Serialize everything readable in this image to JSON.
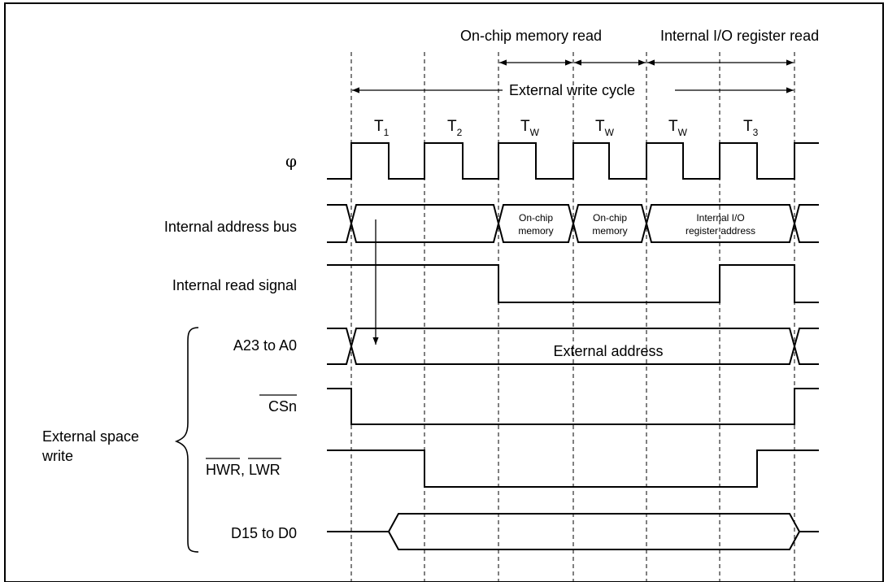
{
  "top_labels": {
    "onchip_read": "On-chip memory read",
    "internal_io_read": "Internal I/O register read"
  },
  "cycle_label": "External write cycle",
  "states": [
    {
      "main": "T",
      "sub": "1"
    },
    {
      "main": "T",
      "sub": "2"
    },
    {
      "main": "T",
      "sub": "W"
    },
    {
      "main": "T",
      "sub": "W"
    },
    {
      "main": "T",
      "sub": "W"
    },
    {
      "main": "T",
      "sub": "3"
    }
  ],
  "signals": {
    "phi": "φ",
    "internal_address_bus": "Internal address bus",
    "internal_read_signal": "Internal read signal",
    "address": "A23 to A0",
    "cs": "CSn",
    "hwr": "HWR",
    "comma": ", ",
    "lwr": "LWR",
    "data": "D15 to D0"
  },
  "group": {
    "line1": "External space",
    "line2": "write"
  },
  "bus_values": {
    "onchip1_line1": "On-chip",
    "onchip1_line2": "memory",
    "onchip2_line1": "On-chip",
    "onchip2_line2": "memory",
    "io_line1": "Internal I/O",
    "io_line2": "register address",
    "external_address": "External address"
  }
}
